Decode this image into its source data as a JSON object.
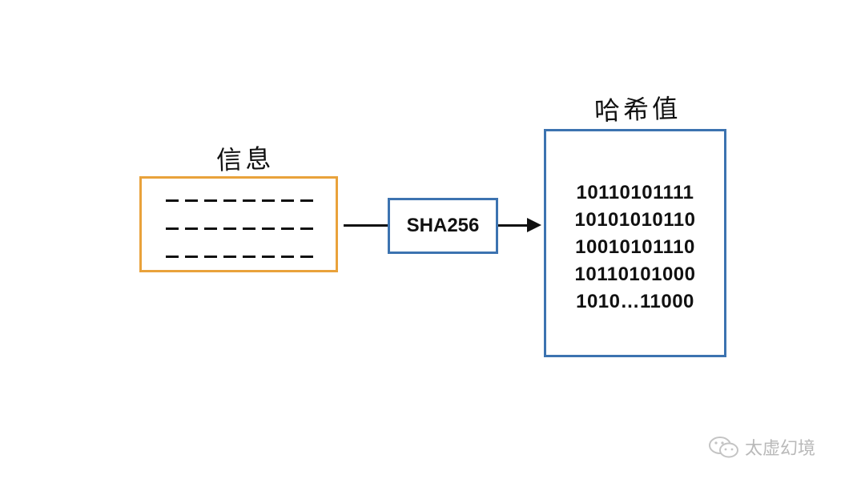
{
  "diagram": {
    "input": {
      "label": "信息",
      "box_color": "#E9A23B",
      "content_lines": 3
    },
    "process": {
      "label": "SHA256",
      "box_color": "#3C73B0"
    },
    "output": {
      "label": "哈希值",
      "box_color": "#3C73B0",
      "lines": [
        "10110101111",
        "10101010110",
        "10010101110",
        "10110101000",
        "1010…11000"
      ]
    },
    "arrow_color": "#111111"
  },
  "watermark": {
    "text": "太虚幻境",
    "icon": "wechat-icon"
  }
}
